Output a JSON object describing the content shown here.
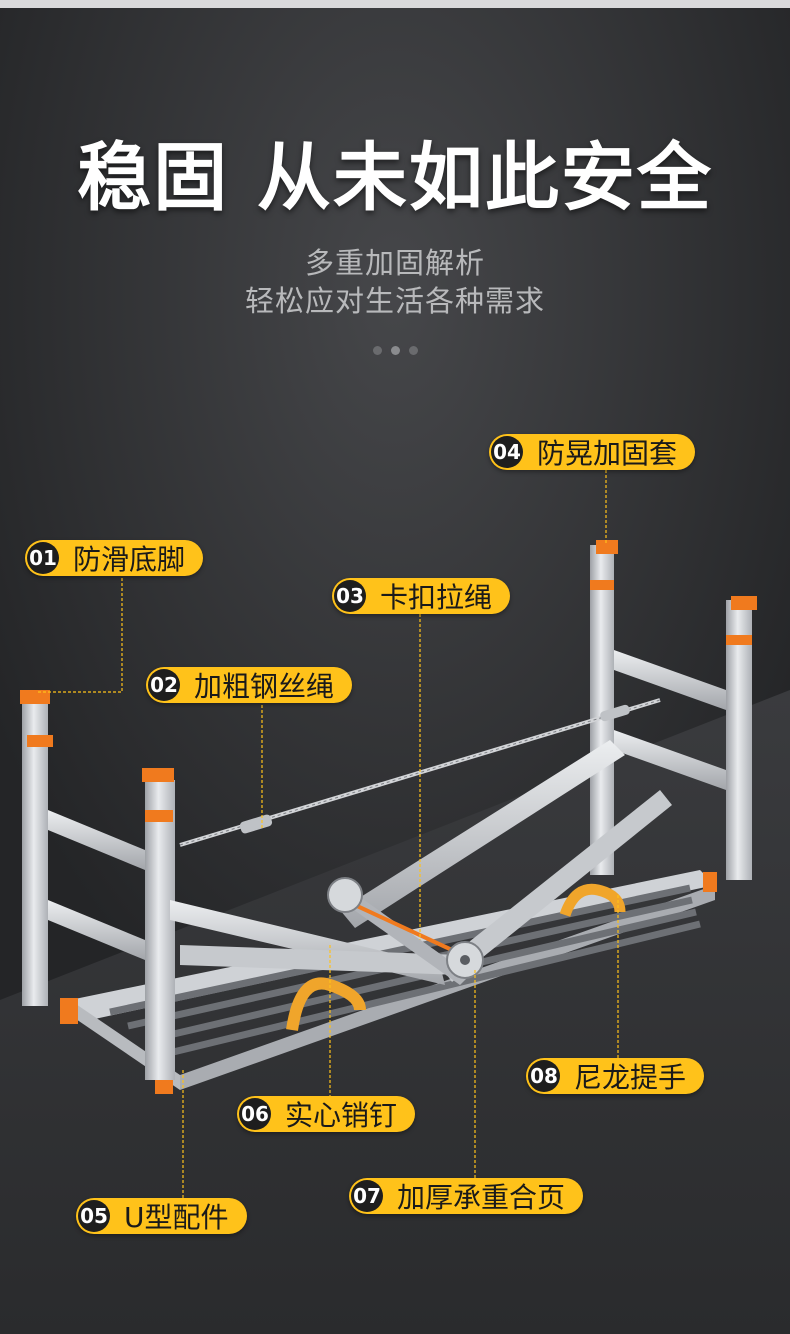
{
  "headline": "稳固 从未如此安全",
  "subtitle_lines": [
    "多重加固解析",
    "轻松应对生活各种需求"
  ],
  "colors": {
    "background": "#2a2b2d",
    "label_fill": "#ffc21a",
    "label_badge": "#1e1e1e",
    "leader_line": "#ffc21a",
    "accent_orange": "#f07a1e"
  },
  "dots_count": 3,
  "labels": [
    {
      "num": "01",
      "text": "防滑底脚"
    },
    {
      "num": "02",
      "text": "加粗钢丝绳"
    },
    {
      "num": "03",
      "text": "卡扣拉绳"
    },
    {
      "num": "04",
      "text": "防晃加固套"
    },
    {
      "num": "05",
      "text": "U型配件"
    },
    {
      "num": "06",
      "text": "实心销钉"
    },
    {
      "num": "07",
      "text": "加厚承重合页"
    },
    {
      "num": "08",
      "text": "尼龙提手"
    }
  ]
}
